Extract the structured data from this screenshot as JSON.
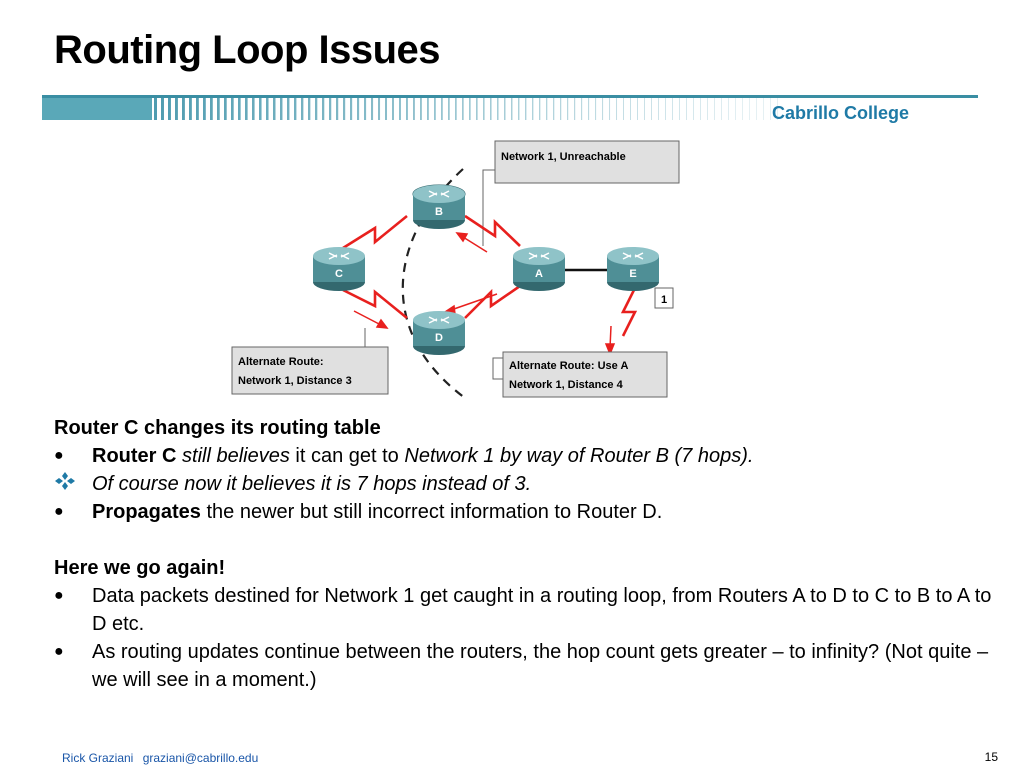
{
  "slide": {
    "title": "Routing Loop Issues",
    "college": "Cabrillo College"
  },
  "diagram": {
    "routers": {
      "b": "B",
      "c": "C",
      "a": "A",
      "e": "E",
      "d": "D"
    },
    "callouts": {
      "top": "Network 1, Unreachable",
      "left_line1": "Alternate Route:",
      "left_line2": "Network 1, Distance 3",
      "right_line1": "Alternate Route: Use A",
      "right_line2": "Network 1, Distance 4"
    },
    "network_label": "1",
    "colors": {
      "link": "#e8201e",
      "router": "#4f8f96",
      "router_dark": "#33686e",
      "callout_bg": "#e0e0e0"
    }
  },
  "content": {
    "section1": {
      "heading": "Router C changes its routing table",
      "b1_bold": "Router C",
      "b1_italic": "still believes",
      "b1_text": "it can get to",
      "b1_italic2": "Network 1 by way of Router B (7 hops).",
      "b2_italic": "Of course now it believes it is 7 hops instead of 3.",
      "b3_bold": "Propagates",
      "b3_text": "the newer but still incorrect information to Router D."
    },
    "section2": {
      "heading": "Here we go again!",
      "b1_text": "Data packets destined for Network 1 get caught in a routing loop, from Routers A to D to C to B to A to D etc.",
      "b2_text": "As routing updates continue between the routers, the hop count gets greater – to infinity?  (Not quite – we will see in a moment.)"
    }
  },
  "footer": {
    "author": "Rick Graziani",
    "email": "graziani@cabrillo.edu",
    "page": "15"
  }
}
